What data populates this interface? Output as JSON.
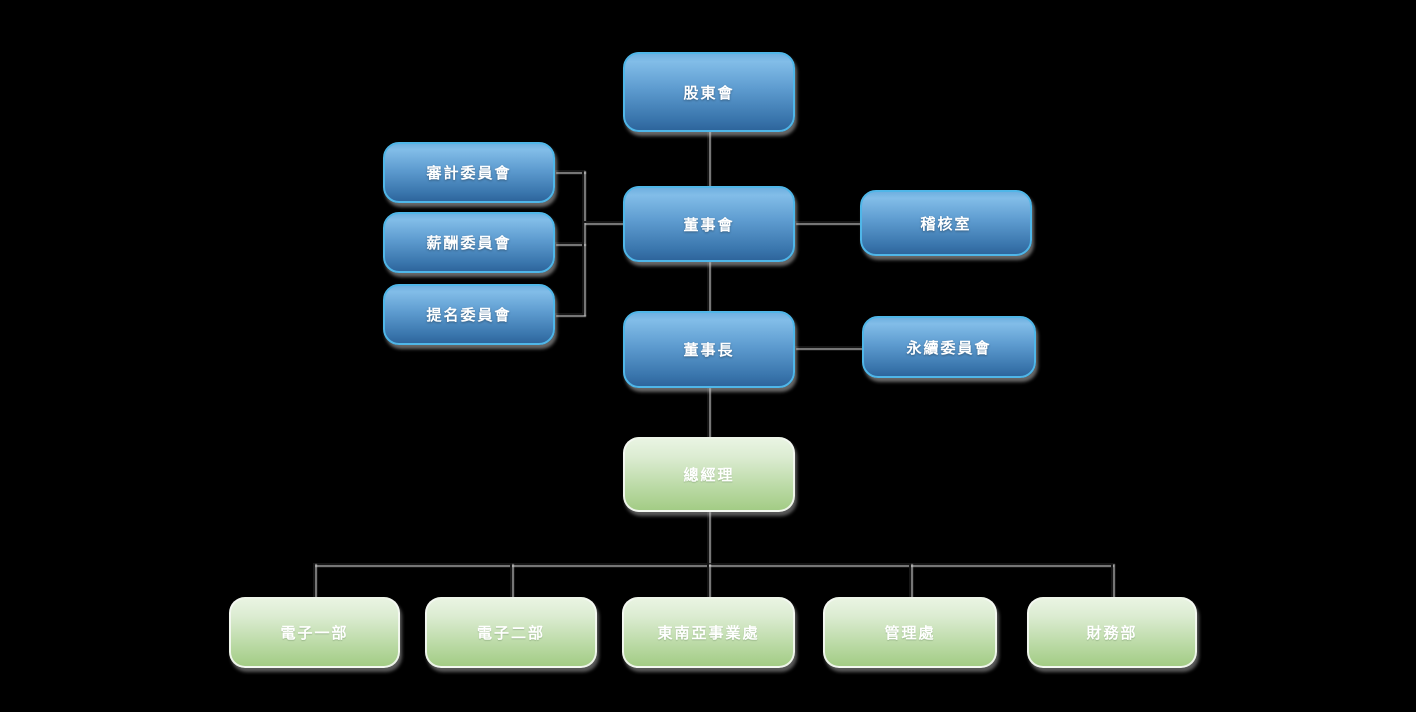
{
  "chart": {
    "type": "org-chart",
    "background": "#000000",
    "nodes": [
      {
        "id": "shareholders-meeting",
        "label": "股東會",
        "color": "blue"
      },
      {
        "id": "audit-committee",
        "label": "審計委員會",
        "color": "blue"
      },
      {
        "id": "compensation-committee",
        "label": "薪酬委員會",
        "color": "blue"
      },
      {
        "id": "nomination-committee",
        "label": "提名委員會",
        "color": "blue"
      },
      {
        "id": "board-of-directors",
        "label": "董事會",
        "color": "blue"
      },
      {
        "id": "audit-office",
        "label": "稽核室",
        "color": "blue"
      },
      {
        "id": "chairman",
        "label": "董事長",
        "color": "blue"
      },
      {
        "id": "sustainability-committee",
        "label": "永續委員會",
        "color": "blue"
      },
      {
        "id": "general-manager",
        "label": "總經理",
        "color": "green"
      },
      {
        "id": "electronics-division-1",
        "label": "電子一部",
        "color": "green"
      },
      {
        "id": "electronics-division-2",
        "label": "電子二部",
        "color": "green"
      },
      {
        "id": "southeast-asia-business-division",
        "label": "東南亞事業處",
        "color": "green"
      },
      {
        "id": "administration-division",
        "label": "管理處",
        "color": "green"
      },
      {
        "id": "finance-department",
        "label": "財務部",
        "color": "green"
      }
    ],
    "edges": [
      {
        "from": "股東會",
        "to": "董事會"
      },
      {
        "from": "審計委員會",
        "to": "董事會"
      },
      {
        "from": "薪酬委員會",
        "to": "董事會"
      },
      {
        "from": "提名委員會",
        "to": "董事會"
      },
      {
        "from": "董事會",
        "to": "稽核室"
      },
      {
        "from": "董事會",
        "to": "董事長"
      },
      {
        "from": "董事長",
        "to": "永續委員會"
      },
      {
        "from": "董事長",
        "to": "總經理"
      },
      {
        "from": "總經理",
        "to": "電子一部"
      },
      {
        "from": "總經理",
        "to": "電子二部"
      },
      {
        "from": "總經理",
        "to": "東南亞事業處"
      },
      {
        "from": "總經理",
        "to": "管理處"
      },
      {
        "from": "總經理",
        "to": "財務部"
      }
    ],
    "colors": {
      "blue_box_top": "#7fb9e5",
      "blue_box_bottom": "#2f6ba5",
      "blue_box_border": "#4fb6e8",
      "green_box_top": "#e9f4e2",
      "green_box_bottom": "#a3cc85",
      "green_box_border": "#f5f8f3",
      "label_text": "#ffffff",
      "connector_line": "#161616",
      "connector_highlight": "#d7d7d7",
      "background": "#000000"
    }
  }
}
